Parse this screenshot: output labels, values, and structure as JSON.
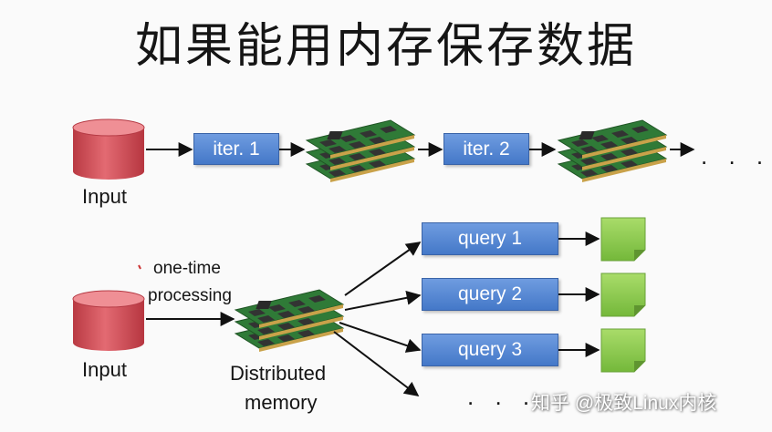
{
  "title": "如果能用内存保存数据",
  "top_row": {
    "input_label": "Input",
    "iter1_label": "iter. 1",
    "iter2_label": "iter. 2",
    "ellipsis": ". . ."
  },
  "bottom_row": {
    "input_label": "Input",
    "one_time_line1": "one-time",
    "one_time_line2": "processing",
    "memory_line1": "Distributed",
    "memory_line2": "memory",
    "queries": [
      "query 1",
      "query 2",
      "query 3"
    ],
    "ellipsis": ". . ."
  },
  "watermark": "知乎 @极致Linux内核",
  "colors": {
    "cylinder": "#d9505a",
    "query_box": "#4f82cf",
    "result": "#8fcc4e",
    "ram_board": "#3c8a42"
  }
}
